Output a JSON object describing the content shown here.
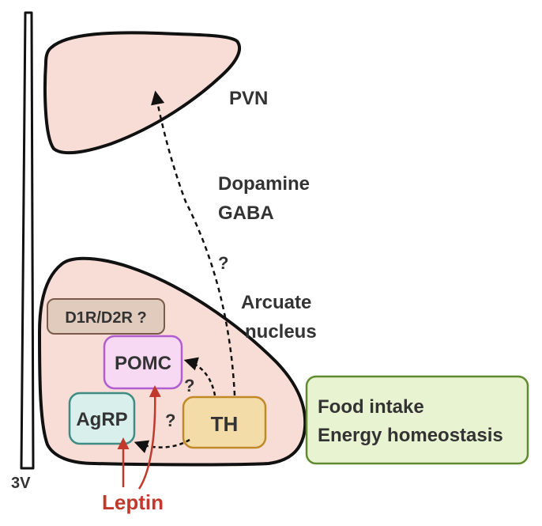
{
  "labels": {
    "pvn": "PVN",
    "dopamine": "Dopamine",
    "gaba": "GABA",
    "q_upper": "?",
    "arcuate_line1": "Arcuate",
    "arcuate_line2": "nucleus",
    "d1r_d2r": "D1R/D2R ?",
    "pomc": "POMC",
    "agrp": "AgRP",
    "th": "TH",
    "q_pomc": "?",
    "q_agrp": "?",
    "third_ventricle": "3V",
    "leptin": "Leptin",
    "outcome_line1": "Food intake",
    "outcome_line2": "Energy homeostasis"
  },
  "colors": {
    "region_fill": "#f8ddd6",
    "outline": "#111111",
    "text": "#333333",
    "leptin": "#c0392b",
    "d1r_fill": "#e0cbbd",
    "d1r_stroke": "#7a5a48",
    "pomc_fill": "#f7d9f4",
    "pomc_stroke": "#b15ed1",
    "agrp_fill": "#d9efec",
    "agrp_stroke": "#3e8c83",
    "th_fill": "#f3dca7",
    "th_stroke": "#c08a2b",
    "outcome_fill": "#e8f3d2",
    "outcome_stroke": "#5f8a2e"
  }
}
